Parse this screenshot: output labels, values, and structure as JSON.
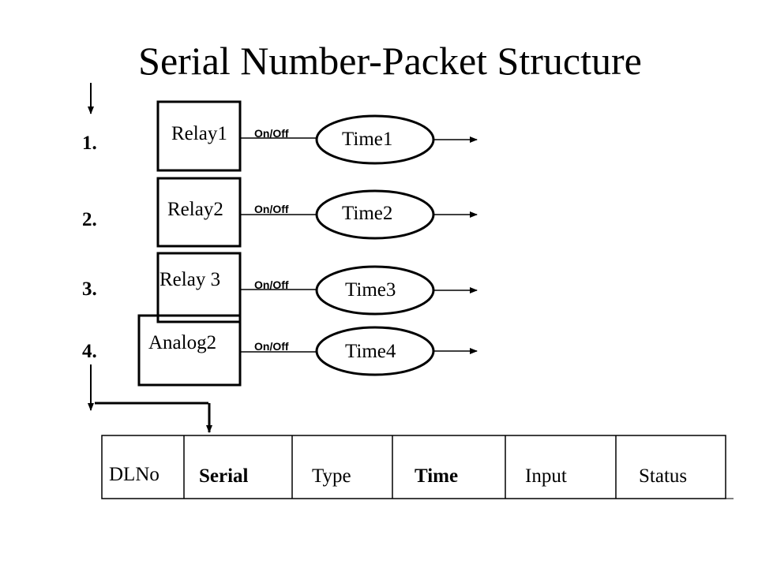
{
  "title": "Serial Number-Packet Structure",
  "rows": [
    {
      "number": "1.",
      "source": "Relay1",
      "signal": "On/Off",
      "time": "Time1"
    },
    {
      "number": "2.",
      "source": "Relay2",
      "signal": "On/Off",
      "time": "Time2"
    },
    {
      "number": "3.",
      "source": "Relay 3",
      "signal": "On/Off",
      "time": "Time3"
    },
    {
      "number": "4.",
      "source": "Analog2",
      "signal": "On/Off",
      "time": "Time4"
    }
  ],
  "packet_fields": [
    {
      "label": "DLNo",
      "bold": false
    },
    {
      "label": "Serial",
      "bold": true
    },
    {
      "label": "Type",
      "bold": false
    },
    {
      "label": "Time",
      "bold": true
    },
    {
      "label": "Input",
      "bold": false
    },
    {
      "label": "Status",
      "bold": false
    }
  ]
}
